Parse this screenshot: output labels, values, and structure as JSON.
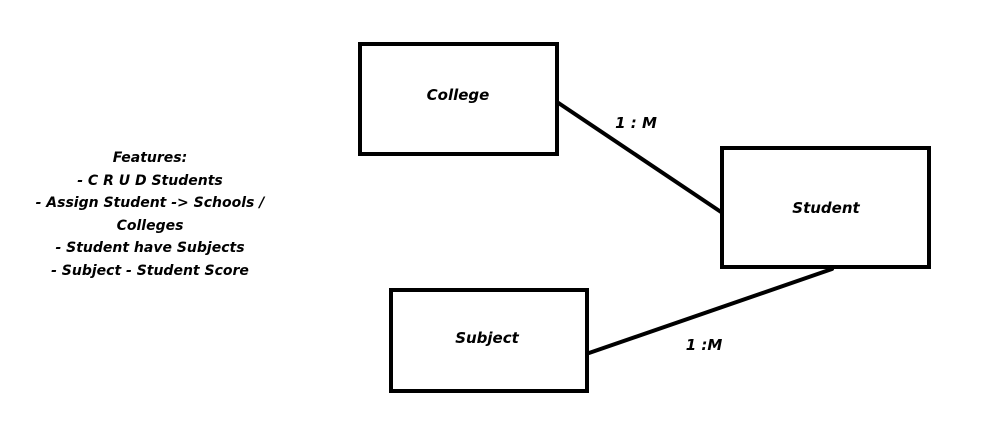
{
  "entities": {
    "college": "College",
    "student": "Student",
    "subject": "Subject"
  },
  "relations": {
    "college_student": "1 : M",
    "subject_student": "1 :M"
  },
  "features": {
    "title": "Features:",
    "lines": [
      "- C R U D Students",
      "- Assign Student -> Schools /",
      "Colleges",
      "- Student have Subjects",
      "- Subject - Student Score"
    ]
  }
}
